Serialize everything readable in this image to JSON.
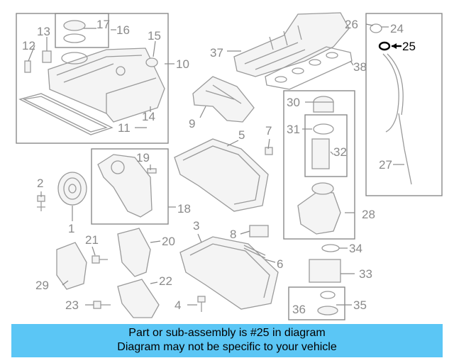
{
  "callouts": {
    "n1": "1",
    "n2": "2",
    "n3": "3",
    "n4": "4",
    "n5": "5",
    "n6": "6",
    "n7": "7",
    "n8": "8",
    "n9": "9",
    "n10": "10",
    "n11": "11",
    "n12": "12",
    "n13": "13",
    "n14": "14",
    "n15": "15",
    "n16": "16",
    "n17": "17",
    "n18": "18",
    "n19": "19",
    "n20": "20",
    "n21": "21",
    "n22": "22",
    "n23": "23",
    "n24": "24",
    "n25": "25",
    "n26": "26",
    "n27": "27",
    "n28": "28",
    "n29": "29",
    "n30": "30",
    "n31": "31",
    "n32": "32",
    "n33": "33",
    "n34": "34",
    "n35": "35",
    "n36": "36",
    "n37": "37",
    "n38": "38"
  },
  "highlighted_part": "25",
  "highlight_color": "#000000",
  "footer": {
    "line1": "Part or sub-assembly is #25 in diagram",
    "line2": "Diagram may not be specific to your vehicle",
    "background": "#5bc6f5"
  }
}
